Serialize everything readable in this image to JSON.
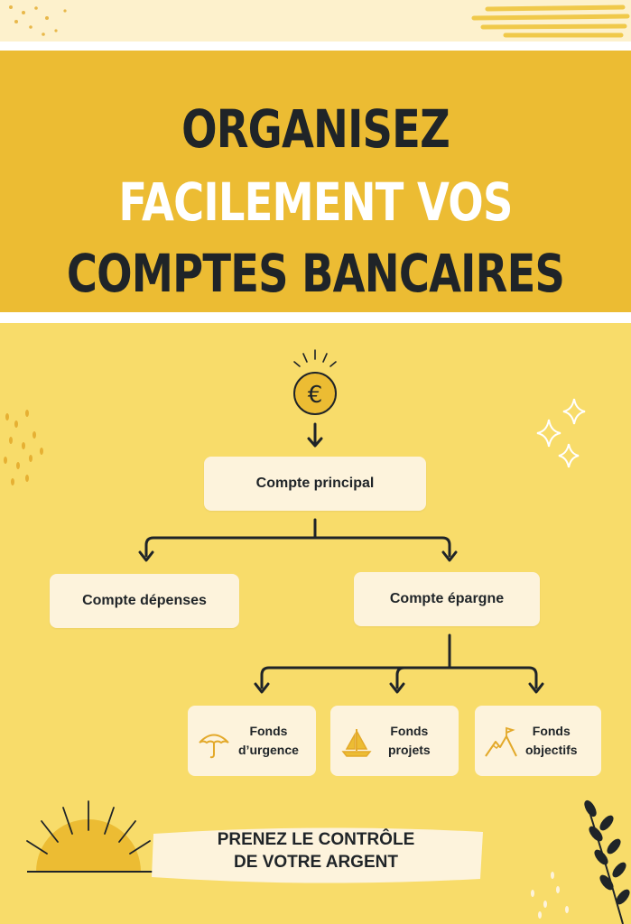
{
  "title": {
    "line1": "ORGANISEZ",
    "line2": "FACILEMENT VOS",
    "line3": "COMPTES BANCAIRES"
  },
  "diagram": {
    "root_icon": "euro-coin-icon",
    "main": "Compte principal",
    "expenses": "Compte dépenses",
    "savings": "Compte épargne",
    "funds": [
      {
        "line1": "Fonds",
        "line2": "d’urgence",
        "icon": "umbrella-icon"
      },
      {
        "line1": "Fonds",
        "line2": "projets",
        "icon": "sailboat-icon"
      },
      {
        "line1": "Fonds",
        "line2": "objectifs",
        "icon": "mountain-flag-icon"
      }
    ]
  },
  "slogan": {
    "line1": "PRENEZ LE CONTRÔLE",
    "line2": "DE VOTRE ARGENT"
  },
  "colors": {
    "banner": "#ecbc33",
    "background": "#f8dc6a",
    "box": "#fdf3dc",
    "text": "#1f2428",
    "accent": "#e3a92a"
  }
}
